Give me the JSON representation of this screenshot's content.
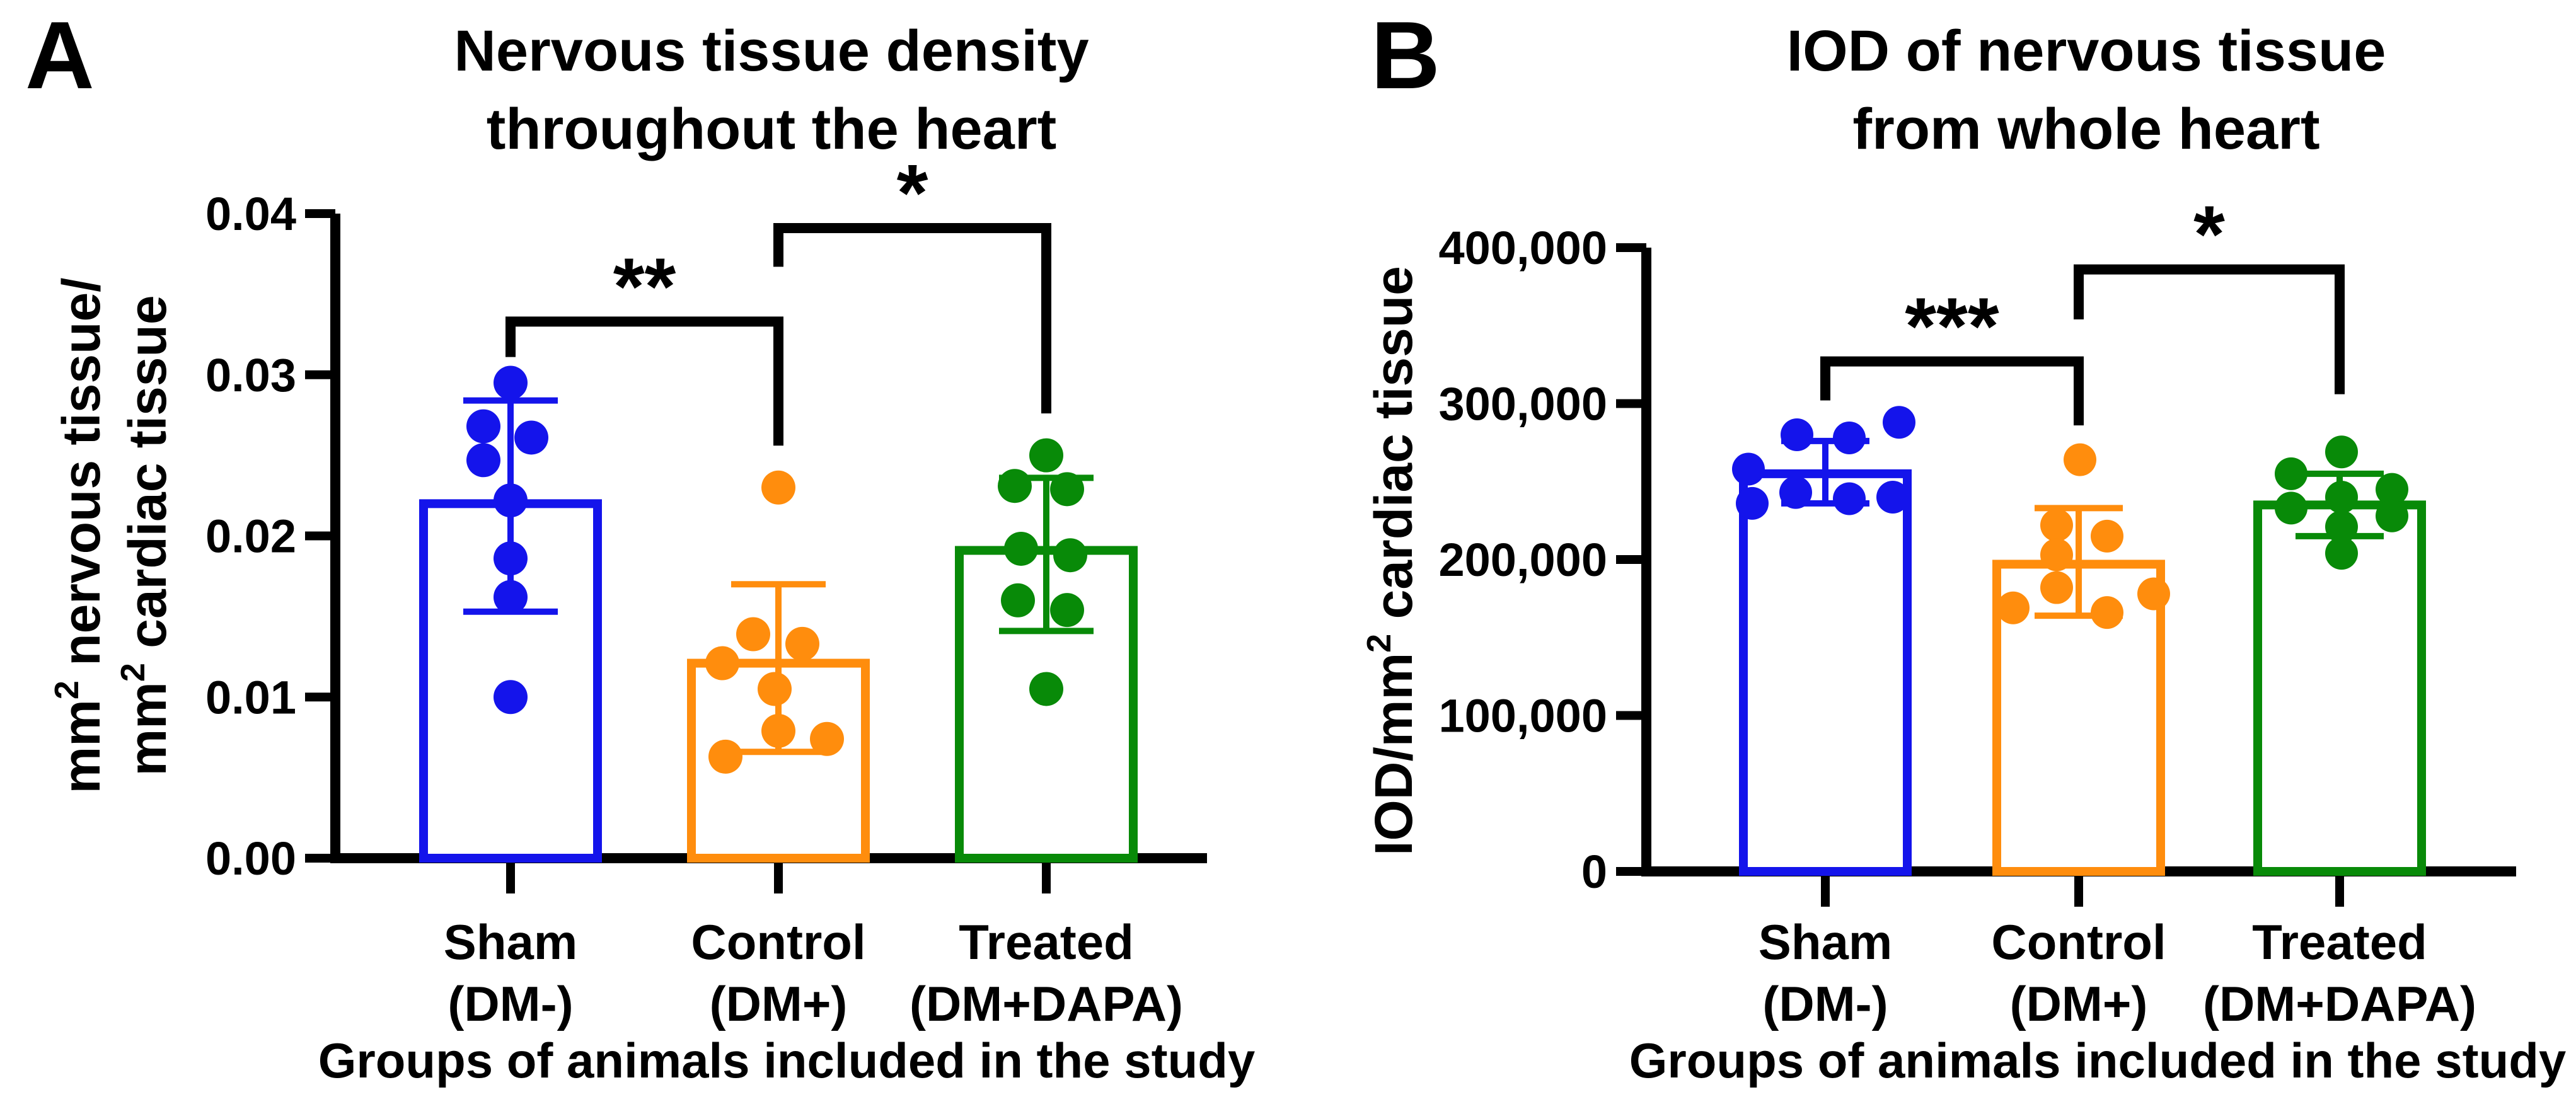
{
  "figure_background": "#FFFFFF",
  "colors": {
    "sham": "#1414EB",
    "control": "#FF8D0D",
    "treated": "#088A08",
    "axis": "#000000"
  },
  "chart_data": [
    {
      "type": "bar",
      "panel_letter": "A",
      "title": "Nervous tissue density throughout the heart",
      "title_lines": [
        "Nervous tissue density",
        "throughout the heart"
      ],
      "xlabel": "Groups of animals included in the study",
      "ylabel": "mm² nervous tissue/ mm² cardiac tissue",
      "ylabel_lines": [
        [
          {
            "text": "mm"
          },
          {
            "text": "2",
            "sup": true
          },
          {
            "text": " nervous tissue/"
          }
        ],
        [
          {
            "text": "mm"
          },
          {
            "text": "2",
            "sup": true
          },
          {
            "text": " cardiac tissue"
          }
        ]
      ],
      "ylim": [
        0,
        0.04
      ],
      "yticks": [
        {
          "value": 0,
          "label": "0.00"
        },
        {
          "value": 0.01,
          "label": "0.01"
        },
        {
          "value": 0.02,
          "label": "0.02"
        },
        {
          "value": 0.03,
          "label": "0.03"
        },
        {
          "value": 0.04,
          "label": "0.04"
        }
      ],
      "grid": false,
      "legend": false,
      "categories": [
        "Sham (DM-)",
        "Control (DM+)",
        "Treated (DM+DAPA)"
      ],
      "category_lines": [
        [
          "Sham",
          "(DM-)"
        ],
        [
          "Control",
          "(DM+)"
        ],
        [
          "Treated",
          "(DM+DAPA)"
        ]
      ],
      "series": [
        {
          "name": "Sham (DM-)",
          "color": "#1414EB",
          "bar_mean": 0.022,
          "error_low": 0.0153,
          "error_high": 0.0284,
          "points": [
            {
              "dx": 0,
              "v": 0.0295
            },
            {
              "dx": -43,
              "v": 0.0268
            },
            {
              "dx": 33,
              "v": 0.0261
            },
            {
              "dx": -43,
              "v": 0.0247
            },
            {
              "dx": 0,
              "v": 0.0222
            },
            {
              "dx": 0,
              "v": 0.0186
            },
            {
              "dx": 0,
              "v": 0.0162
            },
            {
              "dx": 0,
              "v": 0.01
            }
          ]
        },
        {
          "name": "Control (DM+)",
          "color": "#FF8D0D",
          "bar_mean": 0.0121,
          "error_low": 0.0066,
          "error_high": 0.017,
          "points": [
            {
              "dx": 0,
              "v": 0.023
            },
            {
              "dx": -40,
              "v": 0.0139
            },
            {
              "dx": 38,
              "v": 0.0133
            },
            {
              "dx": -89,
              "v": 0.0121
            },
            {
              "dx": -6,
              "v": 0.0105
            },
            {
              "dx": 0,
              "v": 0.0079
            },
            {
              "dx": 77,
              "v": 0.0074
            },
            {
              "dx": -84,
              "v": 0.0063
            }
          ]
        },
        {
          "name": "Treated (DM+DAPA)",
          "color": "#088A08",
          "bar_mean": 0.0191,
          "error_low": 0.0141,
          "error_high": 0.0236,
          "points": [
            {
              "dx": 0,
              "v": 0.025
            },
            {
              "dx": -50,
              "v": 0.0231
            },
            {
              "dx": 33,
              "v": 0.0229
            },
            {
              "dx": -40,
              "v": 0.0192
            },
            {
              "dx": 38,
              "v": 0.0188
            },
            {
              "dx": -45,
              "v": 0.016
            },
            {
              "dx": 33,
              "v": 0.0154
            },
            {
              "dx": 0,
              "v": 0.0105
            }
          ]
        }
      ],
      "significance": [
        {
          "groups": [
            0,
            1
          ],
          "label": "**",
          "bar": 0.0333,
          "left_end": 0.0311,
          "right_end": 0.0256
        },
        {
          "groups": [
            1,
            2
          ],
          "label": "*",
          "bar": 0.0391,
          "left_end": 0.0367,
          "right_end": 0.0276
        }
      ]
    },
    {
      "type": "bar",
      "panel_letter": "B",
      "title": "IOD of nervous tissue from whole heart",
      "title_lines": [
        "IOD of nervous tissue",
        "from whole heart"
      ],
      "xlabel": "Groups of animals included in the study",
      "ylabel": "IOD/mm² cardiac tissue",
      "ylabel_lines": [
        [
          {
            "text": "IOD/mm"
          },
          {
            "text": "2",
            "sup": true
          },
          {
            "text": " cardiac tissue"
          }
        ]
      ],
      "ylim": [
        0,
        400000
      ],
      "yticks": [
        {
          "value": 0,
          "label": "0"
        },
        {
          "value": 100000,
          "label": "100,000"
        },
        {
          "value": 200000,
          "label": "200,000"
        },
        {
          "value": 300000,
          "label": "300,000"
        },
        {
          "value": 400000,
          "label": "400,000"
        }
      ],
      "grid": false,
      "legend": false,
      "categories": [
        "Sham (DM-)",
        "Control (DM+)",
        "Treated (DM+DAPA)"
      ],
      "category_lines": [
        [
          "Sham",
          "(DM-)"
        ],
        [
          "Control",
          "(DM+)"
        ],
        [
          "Treated",
          "(DM+DAPA)"
        ]
      ],
      "series": [
        {
          "name": "Sham (DM-)",
          "color": "#1414EB",
          "bar_mean": 255000,
          "error_low": 236000,
          "error_high": 276000,
          "points": [
            {
              "dx": 117,
              "v": 288000
            },
            {
              "dx": -45,
              "v": 280000
            },
            {
              "dx": 38,
              "v": 278000
            },
            {
              "dx": -122,
              "v": 258000
            },
            {
              "dx": -47,
              "v": 243000
            },
            {
              "dx": 107,
              "v": 240000
            },
            {
              "dx": 38,
              "v": 239000
            },
            {
              "dx": -116,
              "v": 236000
            }
          ]
        },
        {
          "name": "Control (DM+)",
          "color": "#FF8D0D",
          "bar_mean": 197000,
          "error_low": 164000,
          "error_high": 233000,
          "points": [
            {
              "dx": 2,
              "v": 264000
            },
            {
              "dx": -35,
              "v": 222000
            },
            {
              "dx": 45,
              "v": 215000
            },
            {
              "dx": -35,
              "v": 203000
            },
            {
              "dx": -35,
              "v": 182000
            },
            {
              "dx": 119,
              "v": 178000
            },
            {
              "dx": -104,
              "v": 169000
            },
            {
              "dx": 45,
              "v": 166000
            }
          ]
        },
        {
          "name": "Treated (DM+DAPA)",
          "color": "#088A08",
          "bar_mean": 235000,
          "error_low": 215000,
          "error_high": 255000,
          "points": [
            {
              "dx": 3,
              "v": 269000
            },
            {
              "dx": -77,
              "v": 255000
            },
            {
              "dx": 83,
              "v": 245000
            },
            {
              "dx": 3,
              "v": 240000
            },
            {
              "dx": -77,
              "v": 233000
            },
            {
              "dx": 83,
              "v": 228000
            },
            {
              "dx": 3,
              "v": 221000
            },
            {
              "dx": 3,
              "v": 204000
            }
          ]
        }
      ],
      "significance": [
        {
          "groups": [
            0,
            1
          ],
          "label": "***",
          "bar": 327000,
          "left_end": 302000,
          "right_end": 286000
        },
        {
          "groups": [
            1,
            2
          ],
          "label": "*",
          "bar": 386000,
          "left_end": 354000,
          "right_end": 306000
        }
      ]
    }
  ]
}
